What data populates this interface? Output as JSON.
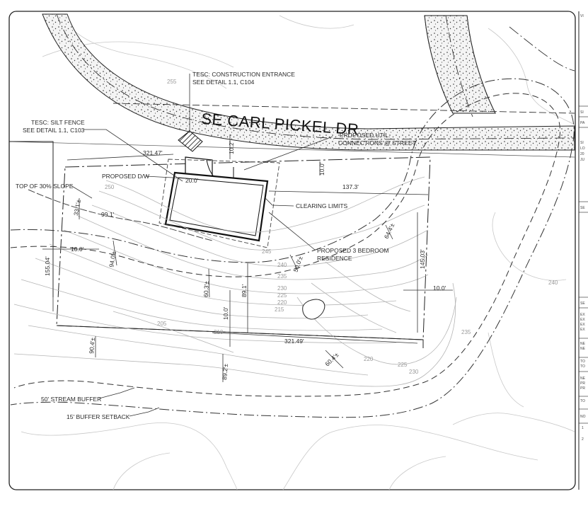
{
  "street_name": "SE CARL PICKEL DR",
  "callouts": {
    "construction_entrance": [
      "TESC: CONSTRUCTION ENTRANCE",
      "SEE DETAIL 1.1, C104"
    ],
    "silt_fence": [
      "TESC: SILT FENCE",
      "SEE DETAIL 1.1, C103"
    ],
    "utility_connections": [
      "PROPOSED UTIL.",
      "CONNECTIONS @ STREET"
    ],
    "driveway": "PROPOSED D/W",
    "top_of_slope": "TOP OF 30% SLOPE",
    "clearing_limits": "CLEARING LIMITS",
    "residence": [
      "PROPOSED 3 BEDROOM",
      "RESIDENCE"
    ],
    "stream_buffer": "50' STREAM BUFFER",
    "buffer_setback": "15' BUFFER SETBACK"
  },
  "dimensions": {
    "top_property_line": "321.47'",
    "bottom_property_line": "321.49'",
    "right_setback": "137.3'",
    "right_side_length": "145.03'",
    "left_side_length": "155.04'",
    "left_setback": "10.0'",
    "right_buffer_setback": "10.0'",
    "buffer_offset_a": "33.1'±",
    "buffer_offset_b": "99.1'",
    "slope_offset_a": "94.0'±",
    "slope_offset_b": "60.3'±",
    "slope_offset_c": "89.1'",
    "slope_offset_d": "50.0'±",
    "slope_offset_e": "64.4'±",
    "slope_offset_f": "10.0'",
    "lower_offset_a": "90.4'±",
    "lower_offset_b": "89.2'±",
    "lower_offset_c": "60.4'±",
    "driveway_setback": "10.0'",
    "house_front_setback": "10.2'",
    "entrance_width": "20.0'"
  },
  "contours": [
    "255",
    "250",
    "245",
    "240",
    "235",
    "230",
    "225",
    "220",
    "215",
    "210",
    "205",
    "220",
    "225",
    "230",
    "235",
    "240"
  ],
  "title_block_rows": [
    "VI",
    "SI",
    "PA",
    "SI",
    "LO",
    "20",
    "JU",
    "SE",
    "SE",
    "EX",
    "EX",
    "EX",
    "EX",
    "NE",
    "NE",
    "TO",
    "TO",
    "NE",
    "PR",
    "PR",
    "TO",
    "NO",
    "1",
    "2"
  ]
}
